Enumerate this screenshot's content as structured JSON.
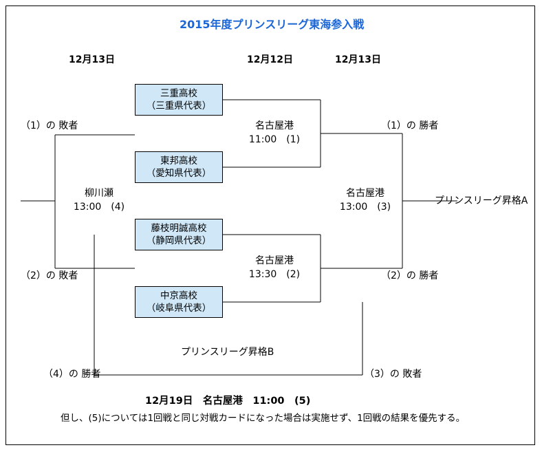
{
  "title": "2015年度プリンスリーグ東海参入戦",
  "date_headers": [
    {
      "label": "12月13日"
    },
    {
      "label": "12月12日"
    },
    {
      "label": "12月13日"
    }
  ],
  "teams": [
    {
      "name": "三重高校",
      "region": "（三重県代表）"
    },
    {
      "name": "東邦高校",
      "region": "（愛知県代表）"
    },
    {
      "name": "藤枝明誠高校",
      "region": "（静岡県代表）"
    },
    {
      "name": "中京高校",
      "region": "（岐阜県代表）"
    }
  ],
  "matches": [
    {
      "venue": "名古屋港",
      "time": "11:00　(1)"
    },
    {
      "venue": "名古屋港",
      "time": "13:30　(2)"
    },
    {
      "venue": "名古屋港",
      "time": "13:00　(3)"
    },
    {
      "venue": "柳川瀬",
      "time": "13:00　(4)"
    }
  ],
  "labels": {
    "loser_1": "（1）の 敗者",
    "loser_2": "（2）の 敗者",
    "winner_1": "（1）の 勝者",
    "winner_2": "（2）の 勝者",
    "winner_4": "（4）の 勝者",
    "loser_3": "（3）の 敗者",
    "promotion_a": "プリンスリーグ昇格A",
    "promotion_b": "プリンスリーグ昇格B"
  },
  "footer": {
    "main": "12月19日　名古屋港　11:00　(5)",
    "note": "但し、(5)については1回戦と同じ対戦カードになった場合は実施せず、1回戦の結果を優先する。"
  },
  "colors": {
    "title": "#1b66d6",
    "box_fill": "#cfe7f7",
    "line": "#000000"
  }
}
